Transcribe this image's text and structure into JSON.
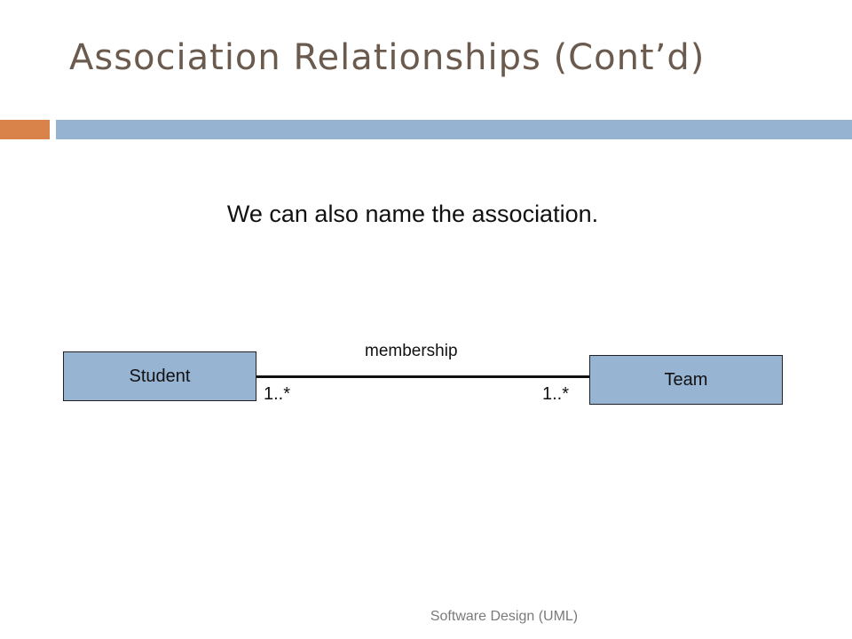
{
  "slide": {
    "title": "Association Relationships (Cont’d)",
    "subtitle": "We can also name the association.",
    "footer": "Software Design (UML)"
  },
  "diagram": {
    "left_class": "Student",
    "right_class": "Team",
    "association_name": "membership",
    "left_multiplicity": "1..*",
    "right_multiplicity": "1..*"
  },
  "colors": {
    "accent": "#d9834b",
    "header_bar": "#96b3d2",
    "class_fill": "#97b4d3",
    "title_text": "#6b5a4e"
  }
}
